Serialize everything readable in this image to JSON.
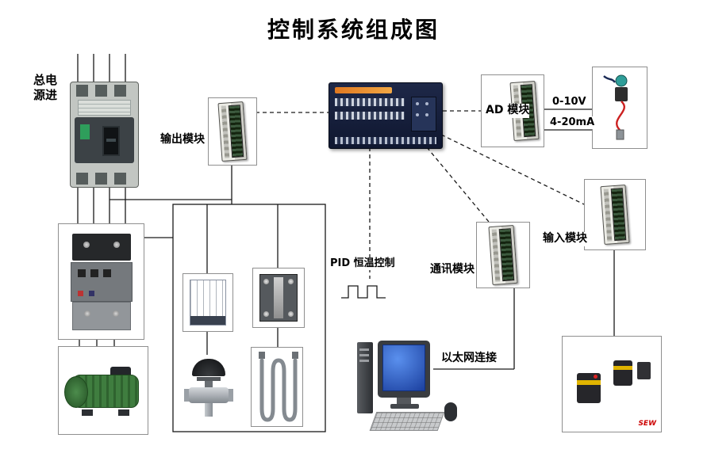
{
  "title": "控制系统组成图",
  "labels": {
    "power_in": [
      "总电",
      "源进"
    ],
    "output_module": "输出模块",
    "ad_module": "AD 模块",
    "analog_volt": "0-10V",
    "analog_current": "4-20mA",
    "input_module": "输入模块",
    "comm_module": "通讯模块",
    "pid_control": "PID 恒温控制",
    "ethernet": "以太网连接",
    "sensor_brand": "SEW"
  },
  "colors": {
    "line": "#1a1a1a",
    "plc_body": "#16203c",
    "plc_accent": "#e07820",
    "module_terminal_green": "#2e4a2e",
    "compressor_green": "#3f7d3f",
    "screen_blue": "#1d5fd0",
    "cable_red": "#cc2020",
    "sensor_stripe_yellow": "#e0b400",
    "breaker_sticker_green": "#2e9e5b"
  }
}
